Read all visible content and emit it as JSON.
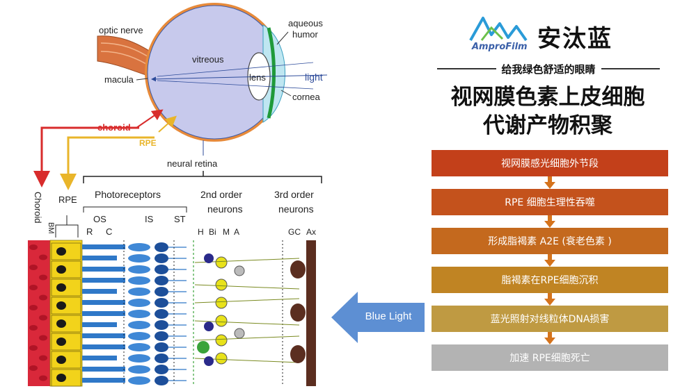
{
  "diagram": {
    "eye_labels": {
      "optic_nerve": "optic nerve",
      "vitreous": "vitreous",
      "macula": "macula",
      "lens": "lens",
      "aqueous_humor_1": "aqueous",
      "aqueous_humor_2": "humor",
      "light": "light",
      "cornea": "cornea",
      "choroid": "choroid",
      "rpe": "RPE",
      "neural_retina": "neural retina"
    },
    "layer_labels": {
      "choroid_vertical": "Choroid",
      "rpe": "RPE",
      "bm": "BM",
      "photoreceptors": "Photoreceptors",
      "second_order_1": "2nd order",
      "second_order_2": "neurons",
      "third_order_1": "3rd order",
      "third_order_2": "neurons",
      "os": "OS",
      "is": "IS",
      "st": "ST",
      "r": "R",
      "c": "C",
      "h": "H",
      "bi": "Bi",
      "m": "M",
      "a": "A",
      "gc": "GC",
      "ax": "Ax"
    },
    "colors": {
      "choroid": "#d9283a",
      "rpe": "#f2d31b",
      "photoreceptor": "#2f78c8",
      "neuron_yellow": "#e8e21a",
      "neuron_green": "#3aa33a",
      "ganglion": "#5b2e20",
      "eyeball": "#c7c9ec",
      "arrow_red": "#d82c2c",
      "arrow_yellow": "#e9b52a"
    }
  },
  "brand": {
    "logo_text": "AmproFilm",
    "name_cn": "安汰蓝",
    "slogan": "给我绿色舒适的眼睛"
  },
  "title": {
    "line1": "视网膜色素上皮细胞",
    "line2": "代谢产物积聚"
  },
  "steps": [
    {
      "label": "视网膜感光细胞外节段",
      "color": "#c3401a"
    },
    {
      "label": "RPE 细胞生理性吞噬",
      "color": "#c4521c"
    },
    {
      "label": "形成脂褐素 A2E (衰老色素 )",
      "color": "#c4691e"
    },
    {
      "label": "脂褐素在RPE细胞沉积",
      "color": "#c08423"
    },
    {
      "label": "蓝光照射对线粒体DNA损害",
      "color": "#bf9a42"
    },
    {
      "label": "加速 RPE细胞死亡",
      "color": "#b3b3b3"
    }
  ],
  "arrow_color": "#d5731c",
  "blue_light": {
    "label": "Blue Light",
    "color": "#5d8fd3"
  }
}
